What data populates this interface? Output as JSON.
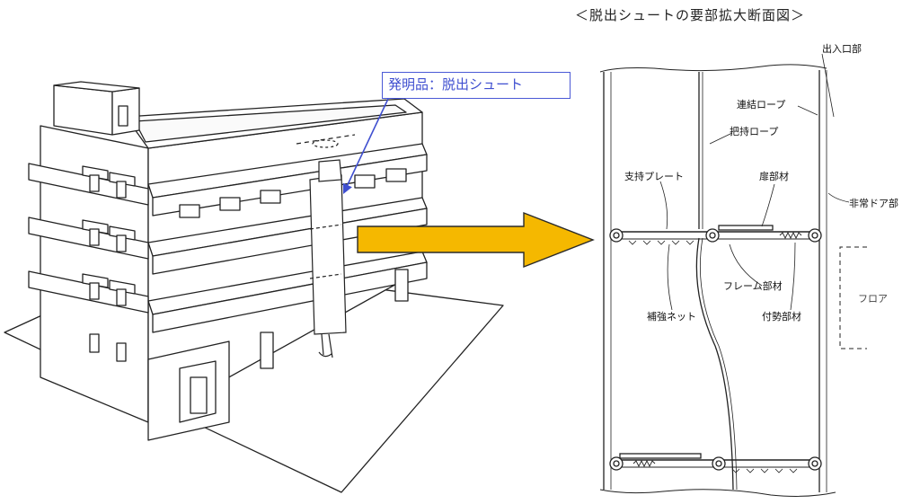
{
  "diagram_title": "＜脱出シュートの要部拡大断面図＞",
  "product_label": "発明品：脱出シュート",
  "labels": {
    "entrance": "出入口部",
    "connecting_rope": "連結ロープ",
    "holding_rope": "把持ロープ",
    "support_plate": "支持プレート",
    "door_member": "扉部材",
    "emergency_door": "非常ドア部",
    "frame_member": "フレーム部材",
    "floor": "フロア",
    "reinforcing_net": "補強ネット",
    "biasing_member": "付勢部材"
  },
  "colors": {
    "arrow_fill": "#f5b800",
    "arrow_stroke": "#2a2a2a",
    "callout_blue": "#3f4fd0",
    "line": "#222222"
  }
}
